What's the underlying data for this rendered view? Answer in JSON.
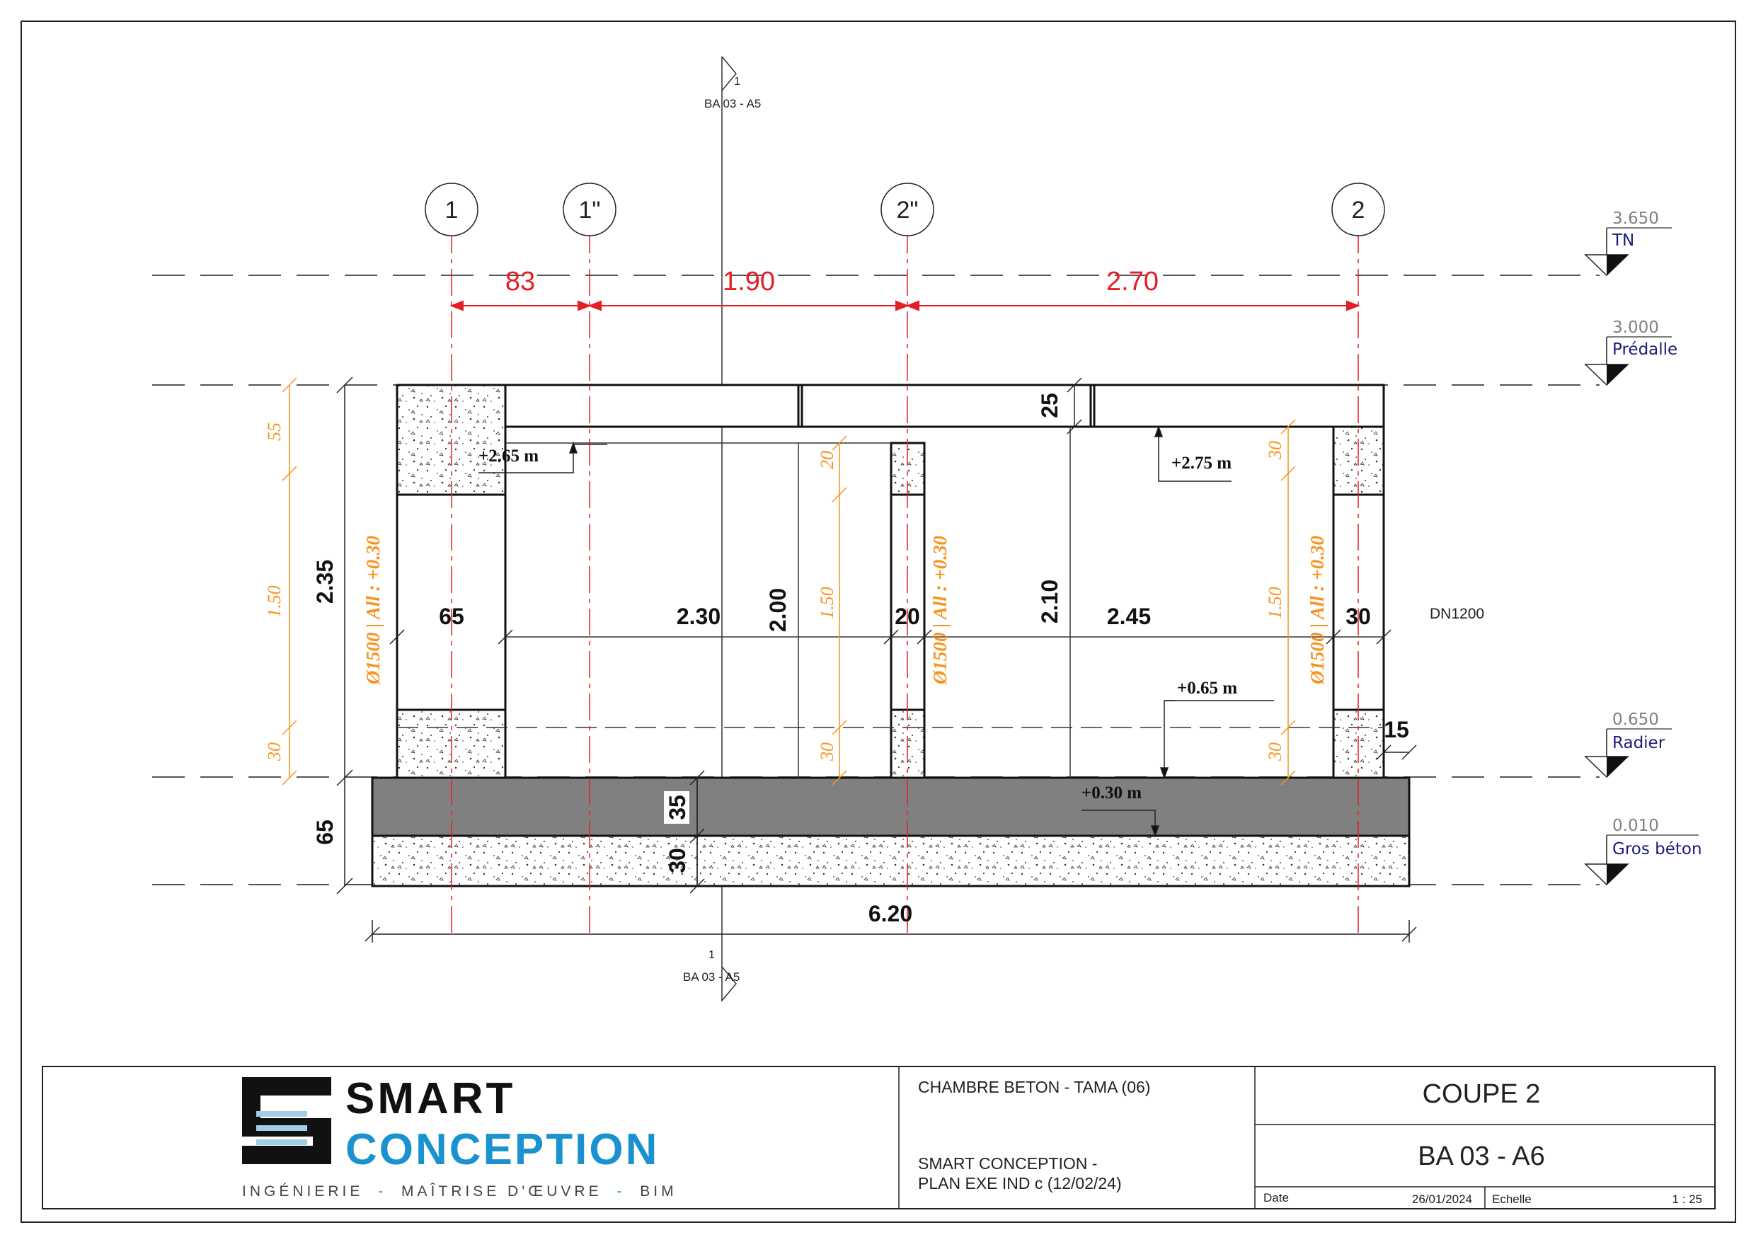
{
  "section_marks": {
    "top_number": "1",
    "top_ref": "BA 03 - A5",
    "bottom_number": "1",
    "bottom_ref": "BA 03 - A5"
  },
  "axes": [
    {
      "label": "1"
    },
    {
      "label": "1\""
    },
    {
      "label": "2\""
    },
    {
      "label": "2"
    }
  ],
  "axis_dims": [
    "83",
    "1.90",
    "2.70"
  ],
  "levels": [
    {
      "value": "3.650",
      "name": "TN"
    },
    {
      "value": "3.000",
      "name": "Prédalle"
    },
    {
      "value": "0.650",
      "name": "Radier"
    },
    {
      "value": "0.010",
      "name": "Gros béton"
    }
  ],
  "left_dims": {
    "d55": "55",
    "d150": "1.50",
    "d30": "30",
    "pipe": "Ø1500 | All : +0.30",
    "total_wall": "2.35",
    "total_base": "65"
  },
  "dims_black": {
    "w65": "65",
    "span230": "2.30",
    "w20": "20",
    "span245": "2.45",
    "w30": "30",
    "h200": "2.00",
    "h210": "2.10",
    "slab25": "25",
    "step15": "15",
    "radier35": "35",
    "gros30": "30",
    "total620": "6.20"
  },
  "dims_orange": {
    "mid_d20": "20",
    "mid_d150": "1.50",
    "mid_d30": "30",
    "right_d30_top": "30",
    "right_d150": "1.50",
    "right_d30_bot": "30",
    "pipe_mid": "Ø1500 | All : +0.30",
    "pipe_right": "Ø1500 | All : +0.30"
  },
  "elevation_labels": {
    "e265": "+2.65 m",
    "e275": "+2.75 m",
    "e065": "+0.65 m",
    "e030": "+0.30 m"
  },
  "dn_label": "DN1200",
  "title_block": {
    "brand_line1": "SMART",
    "brand_line2": "CONCEPTION",
    "brand_tagline_a": "INGÉNIERIE",
    "brand_sep1": "-",
    "brand_tagline_b": "MAÎTRISE D'ŒUVRE",
    "brand_sep2": "-",
    "brand_tagline_c": "BIM",
    "project": "CHAMBRE BETON - TAMA (06)",
    "plan_line1": "SMART CONCEPTION -",
    "plan_line2": "PLAN EXE IND c (12/02/24)",
    "sheet_title": "COUPE 2",
    "sheet_number": "BA 03 - A6",
    "date_label": "Date",
    "date_value": "26/01/2024",
    "scale_label": "Echelle",
    "scale_value": "1 : 25"
  },
  "colors": {
    "red": "#e31e24",
    "orange": "#f7941d",
    "blue_level": "#1b1b7a",
    "grey_level": "#808080",
    "radier_fill": "#808080",
    "brand_blue": "#1b92d0"
  }
}
